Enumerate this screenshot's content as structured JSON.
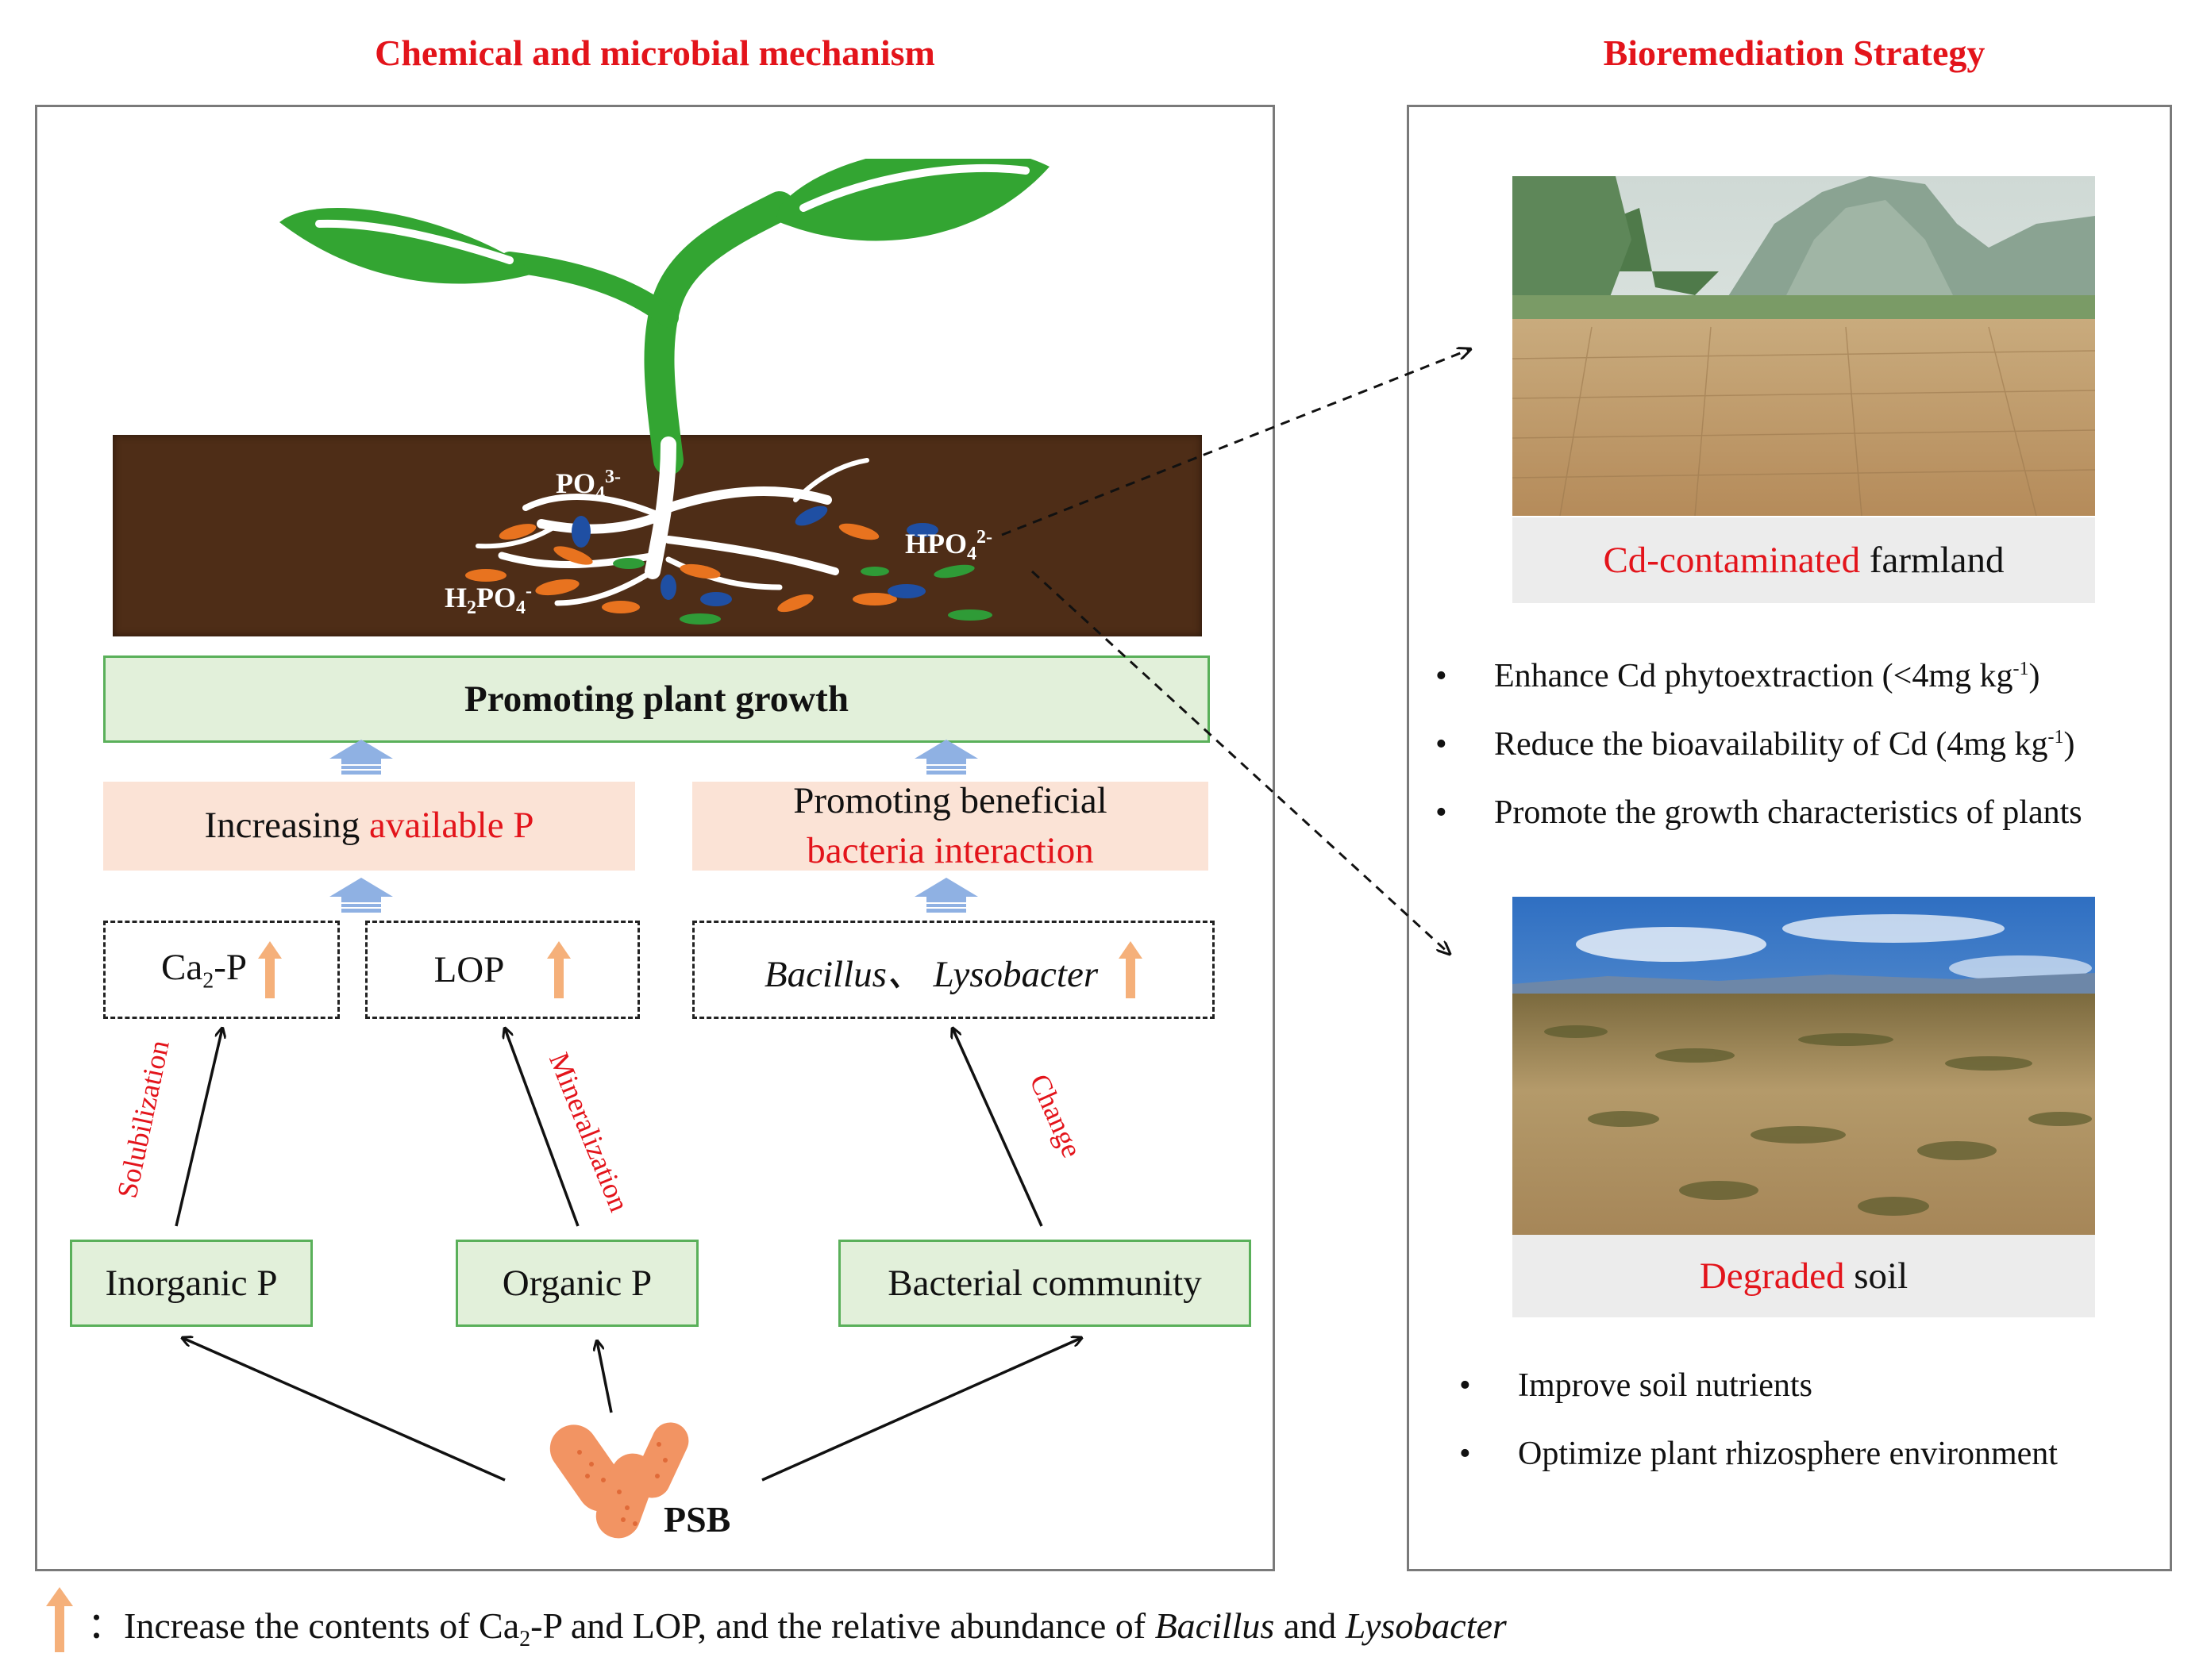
{
  "headers": {
    "left": "Chemical and microbial mechanism",
    "right": "Bioremediation Strategy"
  },
  "ions": {
    "po4": "PO",
    "po4_sub": "4",
    "po4_sup": "3-",
    "hpo4": "HPO",
    "hpo4_sub": "4",
    "hpo4_sup": "2-",
    "h2po4_a": "H",
    "h2po4_sub1": "2",
    "h2po4_b": "PO",
    "h2po4_sub2": "4",
    "h2po4_sup": "-"
  },
  "growth_box": "Promoting plant growth",
  "mid_left": {
    "a": "Increasing ",
    "b": "available P"
  },
  "mid_right": {
    "line1": "Promoting  beneficial",
    "line2": "bacteria interaction"
  },
  "dashed": {
    "ca_a": "Ca",
    "ca_sub": "2",
    "ca_b": "-P",
    "lop": "LOP",
    "bac": "Bacillus、 Lysobacter"
  },
  "processes": {
    "solubilization": "Solubilization",
    "mineralization": "Mineralization",
    "change": "Change"
  },
  "sources": {
    "inorganic": "Inorganic P",
    "organic": "Organic P",
    "community": "Bacterial community"
  },
  "psb": "PSB",
  "farmland": {
    "red": "Cd-contaminated",
    "black": " farmland"
  },
  "farm_bullets": {
    "b1a": "Enhance Cd phytoextraction (<4mg kg",
    "b1sup": "-1",
    "b1b": ")",
    "b2a": "Reduce the bioavailability of Cd (4mg kg",
    "b2sup": "-1",
    "b2b": ")",
    "b3": "Promote the growth characteristics of plants"
  },
  "degraded": {
    "red": "Degraded",
    "black": " soil"
  },
  "soil_bullets": {
    "b1": "Improve soil nutrients",
    "b2": "Optimize plant rhizosphere environment"
  },
  "bullet_char": "•",
  "footer": {
    "colon": "：",
    "t1": "Increase the contents of Ca",
    "sub": "2",
    "t2": "-P and LOP, and the relative abundance of ",
    "it1": "Bacillus",
    "t3": " and ",
    "it2": "Lysobacter"
  },
  "colors": {
    "accent_red": "#e3141b",
    "green_fill": "#e2f0da",
    "pink_fill": "#fbe3d6",
    "soil": "#4e2d17",
    "leaf": "#33a532",
    "arrow_orange": "#f5b07a",
    "arrow_blue": "#8fb1e3"
  },
  "icons": [
    "seedling-icon",
    "soil-icon",
    "bacteria-icon",
    "up-arrow-icon",
    "farmland-photo-icon",
    "degraded-soil-photo-icon"
  ]
}
